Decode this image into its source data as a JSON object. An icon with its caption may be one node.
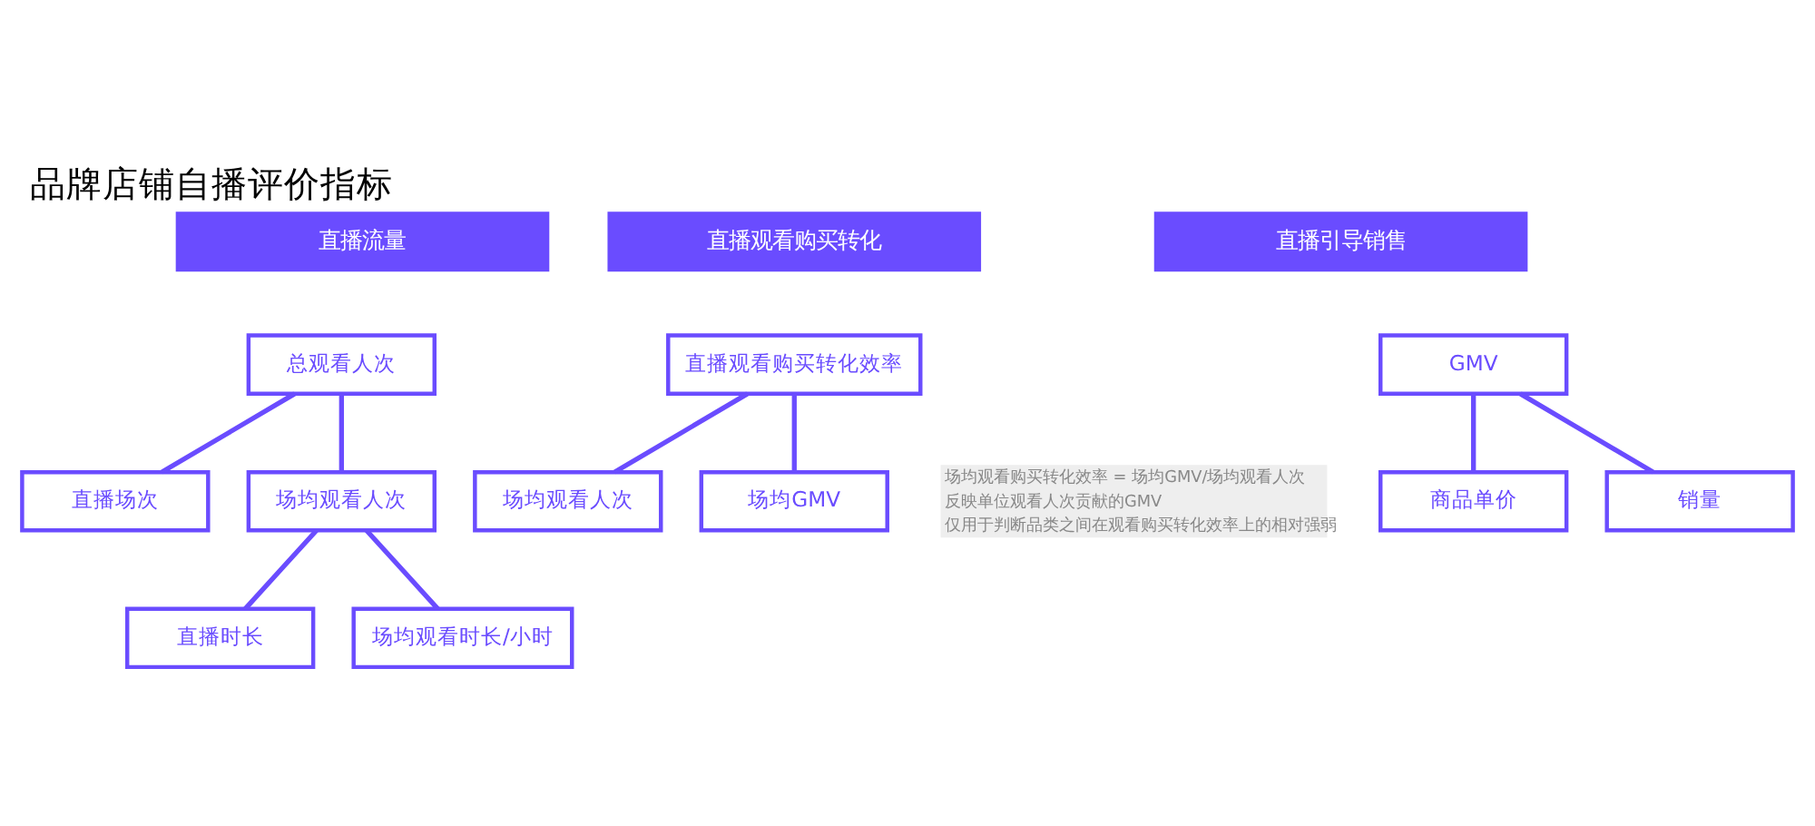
{
  "diagram": {
    "title": "品牌店铺自播评价指标",
    "nodes": [
      {
        "text": [
          "直播流量"
        ]
      },
      {
        "text": [
          "直播观看购买转化"
        ]
      },
      {
        "text": [
          "直播引导销售"
        ]
      },
      {
        "text": [
          "总观看人次"
        ]
      },
      {
        "text": [
          "直播场次"
        ]
      },
      {
        "text": [
          "场均观看人次"
        ]
      },
      {
        "text": [
          "直播时长"
        ]
      },
      {
        "text": [
          "场均观看时长/小时"
        ]
      },
      {
        "text": [
          "直播观看购买转化效率"
        ]
      },
      {
        "text": [
          "场均观看人次"
        ]
      },
      {
        "text": [
          "场均GMV"
        ]
      },
      {
        "text": [
          "GMV"
        ]
      },
      {
        "text": [
          "商品单价"
        ]
      },
      {
        "text": [
          "销量"
        ]
      }
    ],
    "edges": [
      {
        "from": 3,
        "to": 4,
        "arrow": "none"
      },
      {
        "from": 3,
        "to": 5,
        "arrow": "none"
      },
      {
        "from": 5,
        "to": 6,
        "arrow": "none"
      },
      {
        "from": 5,
        "to": 7,
        "arrow": "none"
      },
      {
        "from": 8,
        "to": 9,
        "arrow": "none"
      },
      {
        "from": 8,
        "to": 10,
        "arrow": "none"
      },
      {
        "from": 11,
        "to": 12,
        "arrow": "none"
      },
      {
        "from": 11,
        "to": 13,
        "arrow": "none"
      }
    ],
    "labels": [
      "场均观看购买转化效率 = 场均GMV/场均观看人次",
      "反映单位观看人次贡献的GMV",
      "仅用于判断品类之间在观看购买转化效率上的相对强弱"
    ]
  }
}
